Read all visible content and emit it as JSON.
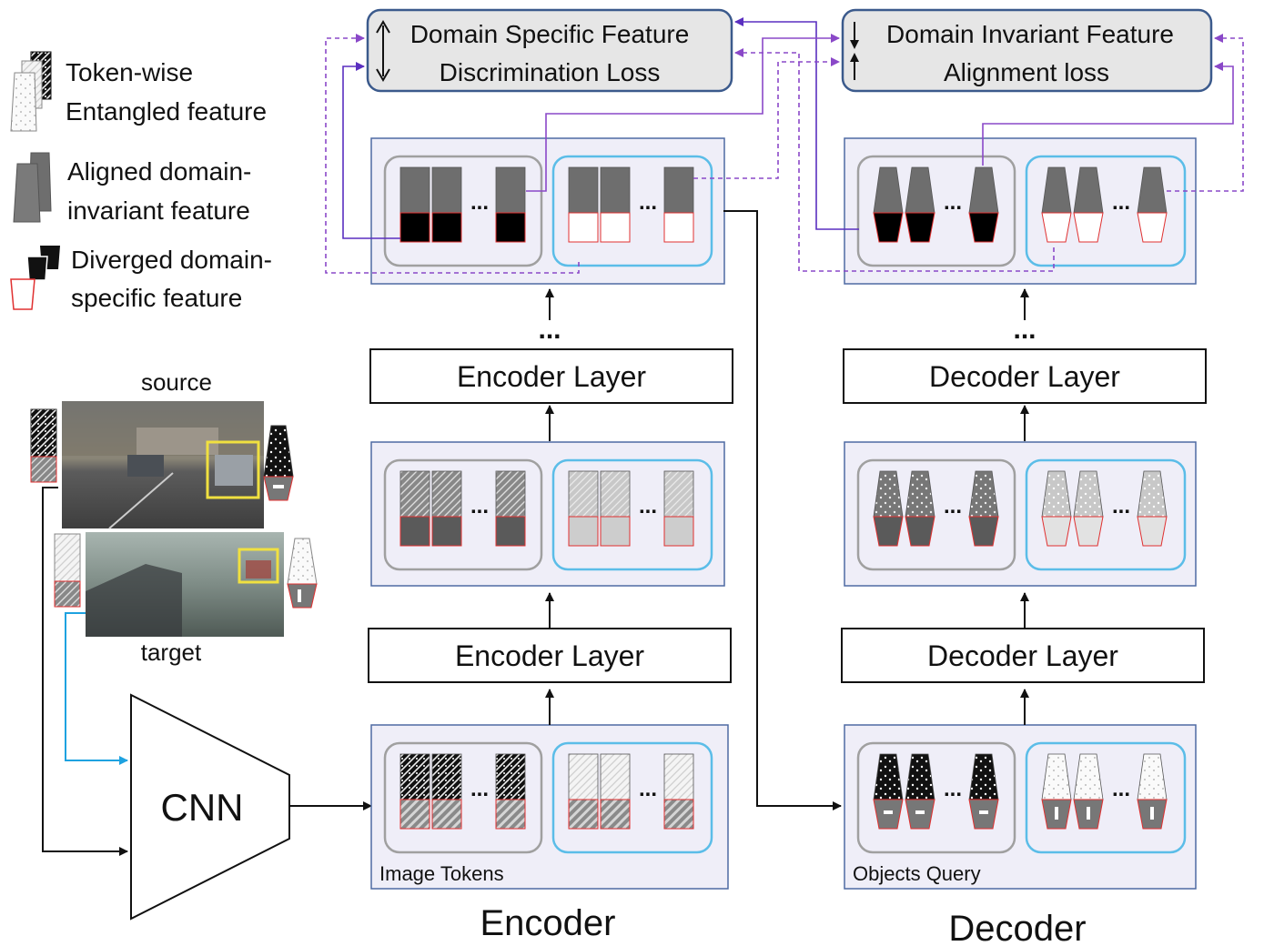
{
  "losses": {
    "specific_line1": "Domain Specific Feature",
    "specific_line2": "Discrimination Loss",
    "invariant_line1": "Domain Invariant Feature",
    "invariant_line2": "Alignment loss"
  },
  "legend": {
    "entangled_line1": "Token-wise",
    "entangled_line2": "Entangled feature",
    "aligned_line1": "Aligned domain-",
    "aligned_line2": "invariant feature",
    "diverged_line1": "Diverged domain-",
    "diverged_line2": "specific feature"
  },
  "images": {
    "source_label": "source",
    "target_label": "target"
  },
  "encoder": {
    "layer_top": "Encoder Layer",
    "layer_bottom": "Encoder Layer",
    "tokens_label": "Image Tokens",
    "caption": "Encoder"
  },
  "decoder": {
    "layer_top": "Decoder Layer",
    "layer_bottom": "Decoder Layer",
    "query_label": "Objects Query",
    "caption": "Decoder"
  },
  "cnn": {
    "label": "CNN"
  },
  "ellipsis": "...",
  "colors": {
    "panel_fill": "#efeef8",
    "panel_border": "#4e6aa3",
    "source_group": "#a0a0a0",
    "target_group": "#5bbde8",
    "loss_fill": "#e6e6e6",
    "loss_border": "#3b5a8c",
    "purple_solid": "#5a2fc0",
    "purple_dashed": "#8a48c8",
    "cyan_arrow": "#1ea2e0"
  }
}
